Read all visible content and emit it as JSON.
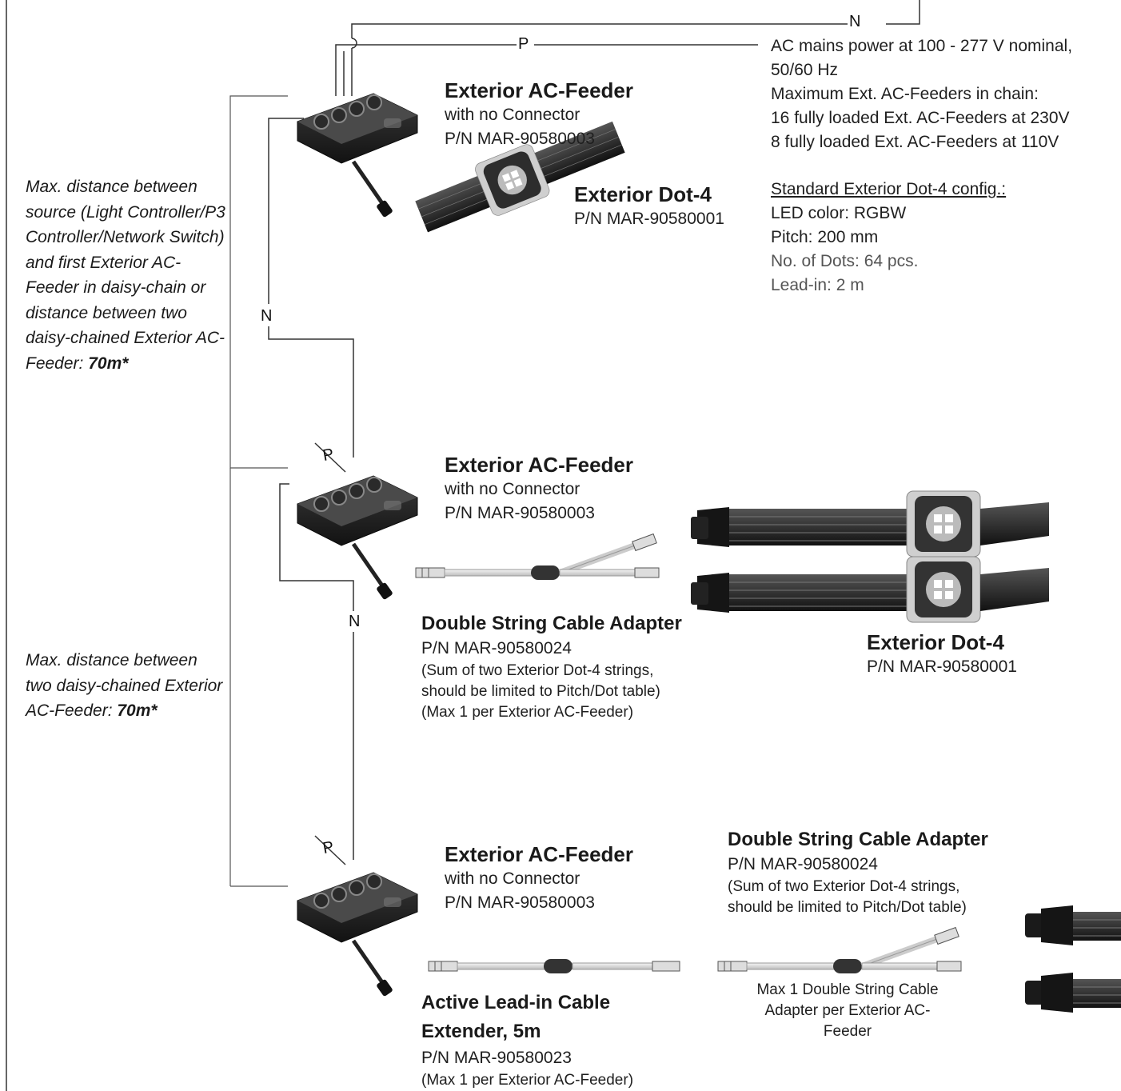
{
  "wire_labels": {
    "neutral": "N",
    "phase": "P"
  },
  "mains": {
    "line1": "AC mains power at 100 - 277 V nominal,",
    "line2": "50/60 Hz",
    "line3": "Maximum Ext. AC-Feeders in chain:",
    "line4": "16 fully loaded Ext. AC-Feeders at 230V",
    "line5": "8 fully loaded Ext. AC-Feeders at 110V"
  },
  "standard_config": {
    "heading": "Standard Exterior Dot-4 config.:",
    "led_color": "LED color: RGBW",
    "pitch": "Pitch: 200 mm",
    "dots": "No. of Dots: 64 pcs.",
    "lead_in": "Lead-in: 2 m"
  },
  "distance_notes": {
    "first": {
      "text": "Max. distance between source (Light Controller/P3 Controller/Network Switch) and first Exterior AC-Feeder in daisy-chain or distance between two daisy-chained Exterior AC-Feeder: ",
      "value": "70m*"
    },
    "second": {
      "text": "Max. distance between two daisy-chained Exterior AC-Feeder: ",
      "value": "70m*"
    }
  },
  "feeders": [
    {
      "title": "Exterior AC-Feeder",
      "subtitle": "with no Connector",
      "pn": "P/N MAR-90580003"
    },
    {
      "title": "Exterior AC-Feeder",
      "subtitle": "with no Connector",
      "pn": "P/N MAR-90580003"
    },
    {
      "title": "Exterior AC-Feeder",
      "subtitle": "with no Connector",
      "pn": "P/N MAR-90580003"
    }
  ],
  "dot_top": {
    "title": "Exterior Dot-4",
    "pn": "P/N MAR-90580001"
  },
  "dot_mid": {
    "title": "Exterior Dot-4",
    "pn": "P/N MAR-90580001"
  },
  "adapter_mid": {
    "title": "Double String Cable Adapter",
    "pn": "P/N MAR-90580024",
    "note1": "(Sum of two Exterior Dot-4 strings,",
    "note2": "should be limited to Pitch/Dot table)",
    "note3": "(Max 1 per Exterior AC-Feeder)"
  },
  "adapter_bottom": {
    "title": "Double String Cable Adapter",
    "pn": "P/N MAR-90580024",
    "note1": "(Sum of two Exterior Dot-4 strings,",
    "note2": "should be limited to Pitch/Dot table)",
    "caption1": "Max 1 Double String Cable",
    "caption2": "Adapter per Exterior AC-",
    "caption3": "Feeder"
  },
  "extender": {
    "title1": "Active Lead-in Cable",
    "title2": "Extender, 5m",
    "pn": "P/N MAR-90580023",
    "note": "(Max 1 per Exterior AC-Feeder)"
  }
}
